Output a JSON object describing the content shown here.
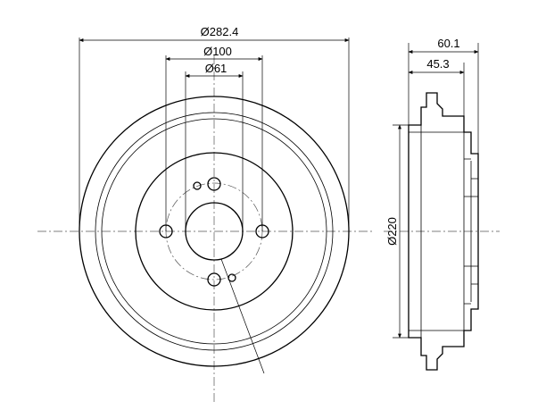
{
  "dimensions": {
    "outer_diameter": "Ø282.4",
    "bolt_circle_diameter": "Ø100",
    "center_bore_diameter": "Ø61",
    "total_height": "60.1",
    "flange_height": "45.3",
    "drum_diameter": "Ø220"
  }
}
